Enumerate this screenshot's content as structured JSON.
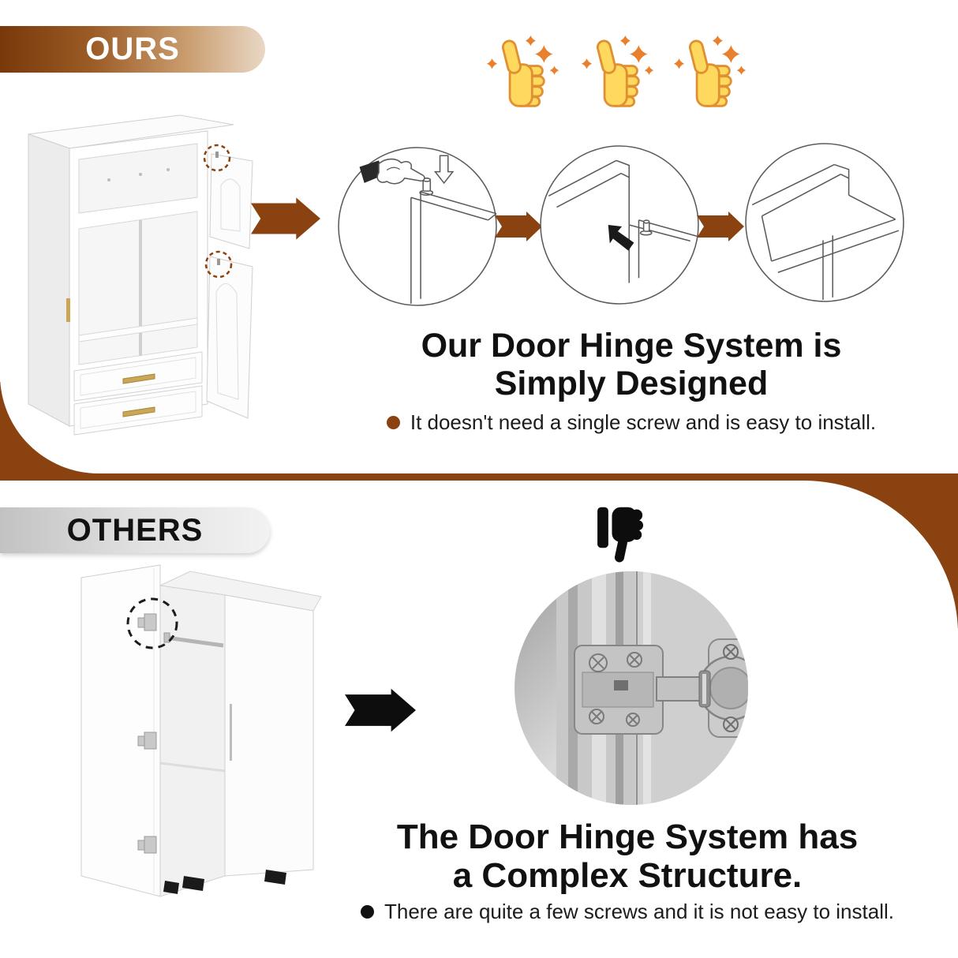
{
  "page": {
    "kind": "product-comparison-infographic",
    "subject": "wardrobe door hinge system"
  },
  "colors": {
    "accent_brown": "#8a4310",
    "ours_banner_gradient_start": "#78380a",
    "ours_banner_gradient_end": "#e9d8c5",
    "others_banner_gradient_start": "#c2c2c2",
    "others_banner_gradient_end": "#f2f2f2",
    "thumb_yellow": "#ffd95e",
    "thumb_outline": "#e09033",
    "sparkle_orange": "#e8802e",
    "headline_black": "#111111"
  },
  "ours_section": {
    "banner_label": "OURS",
    "thumbs_up_count": 3,
    "headline_line1": "Our Door Hinge System is",
    "headline_line2": "Simply Designed",
    "bullet_text": "It doesn't need a single screw and is easy to install.",
    "steps": [
      "press-in-hinge-pin",
      "align-door-to-slot",
      "door-seated-in-frame"
    ]
  },
  "others_section": {
    "banner_label": "OTHERS",
    "headline_line1": "The Door Hinge System has",
    "headline_line2": "a Complex Structure.",
    "bullet_text": "There are quite a few screws and it is not easy to install."
  }
}
